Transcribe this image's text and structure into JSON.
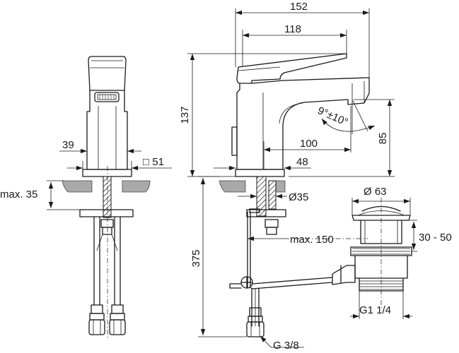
{
  "dimensions": {
    "overall_width": "152",
    "lever_length": "118",
    "height": "137",
    "spout_reach": "100",
    "spout_height": "85",
    "base_width_front": "39",
    "base_square": "□ 51",
    "base_width_side": "48",
    "lever_angle": "9°±10°",
    "max_deck_thickness": "max. 35",
    "mounting_hole": "Ø35",
    "waste_diameter": "Ø 63",
    "waste_range": "30 - 50",
    "max_distance": "max. 150",
    "hose_length": "375",
    "waste_thread": "G1 1/4",
    "hose_connection": "G 3/8"
  }
}
